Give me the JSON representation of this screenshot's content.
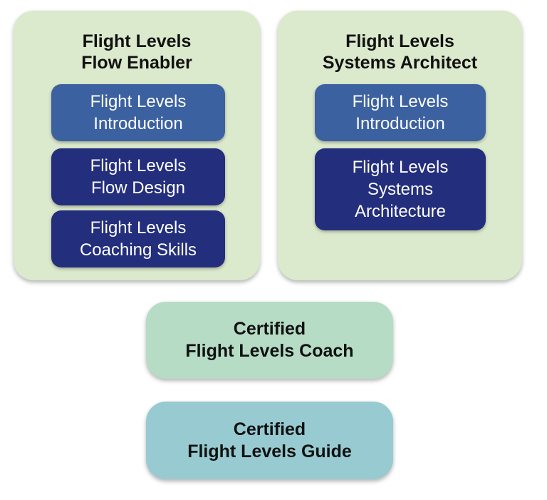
{
  "colors": {
    "background": "#ffffff",
    "panel_bg": "#dbe9cc",
    "module_blue": "#3c61a0",
    "module_navy": "#232e7c",
    "coach_bg": "#b6dcc6",
    "guide_bg": "#97cbd1",
    "title_text": "#111111",
    "module_text": "#ffffff"
  },
  "panels": [
    {
      "title": [
        "Flight Levels",
        "Flow Enabler"
      ],
      "bg": "#dbe9cc",
      "modules": [
        {
          "lines": [
            "Flight Levels",
            "Introduction"
          ],
          "bg": "#3c61a0"
        },
        {
          "lines": [
            "Flight Levels",
            "Flow Design"
          ],
          "bg": "#232e7c"
        },
        {
          "lines": [
            "Flight Levels",
            "Coaching Skills"
          ],
          "bg": "#232e7c"
        }
      ]
    },
    {
      "title": [
        "Flight Levels",
        "Systems Architect"
      ],
      "bg": "#dbe9cc",
      "modules": [
        {
          "lines": [
            "Flight Levels",
            "Introduction"
          ],
          "bg": "#3c61a0"
        },
        {
          "lines": [
            "Flight Levels",
            "Systems",
            "Architecture"
          ],
          "bg": "#232e7c"
        }
      ]
    }
  ],
  "certifications": [
    {
      "lines": [
        "Certified",
        "Flight Levels Coach"
      ],
      "bg": "#b6dcc6"
    },
    {
      "lines": [
        "Certified",
        "Flight Levels Guide"
      ],
      "bg": "#97cbd1"
    }
  ]
}
